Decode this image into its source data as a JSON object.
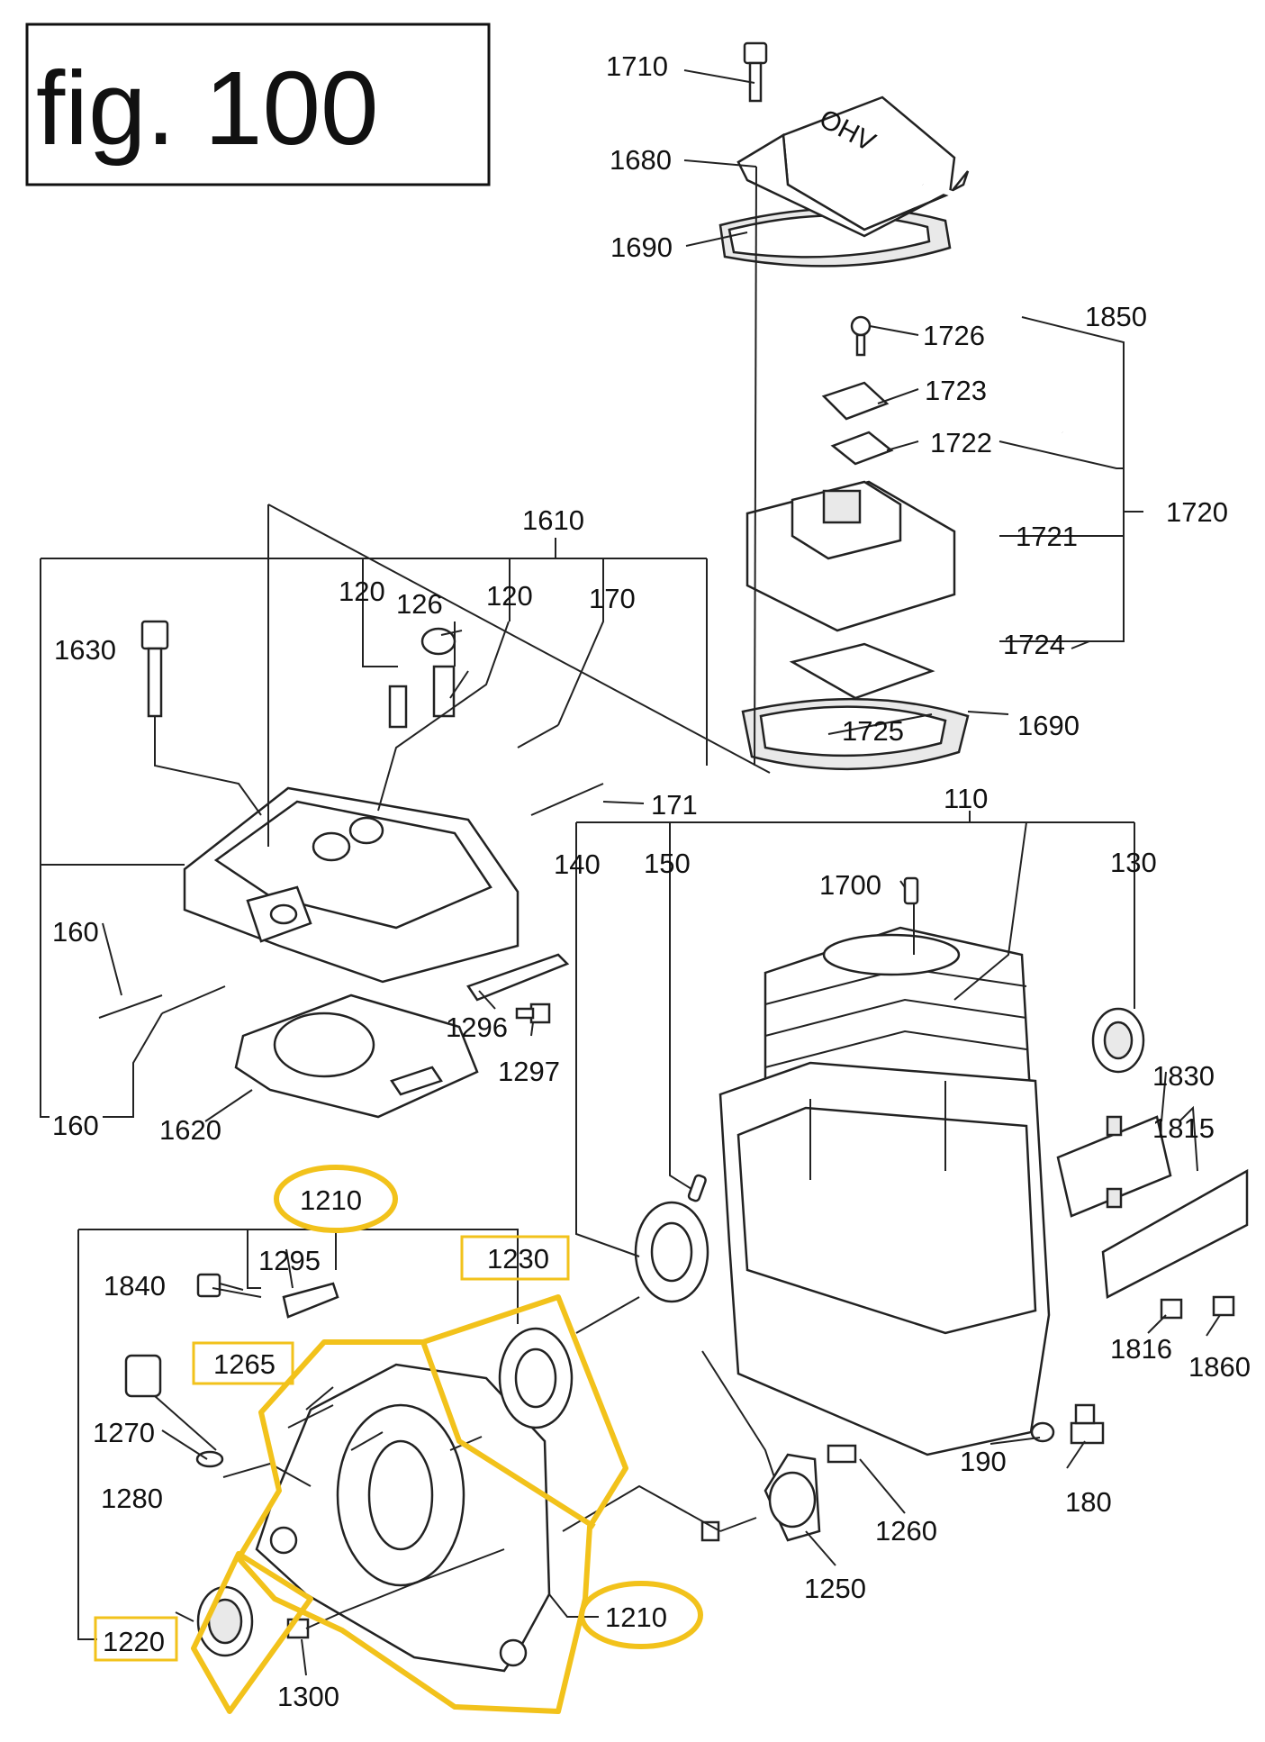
{
  "figure": {
    "title": "fig. 100"
  },
  "labels": {
    "p1710": "1710",
    "p1680": "1680",
    "p1690a": "1690",
    "p1850": "1850",
    "p1726": "1726",
    "p1723": "1723",
    "p1722": "1722",
    "p1720": "1720",
    "p1721": "1721",
    "p1724": "1724",
    "p1725": "1725",
    "p1690b": "1690",
    "p1610": "1610",
    "p120a": "120",
    "p126": "126",
    "p120b": "120",
    "p170": "170",
    "p1630": "1630",
    "p171": "171",
    "p110": "110",
    "p140": "140",
    "p150": "150",
    "p130": "130",
    "p1700": "1700",
    "p160a": "160",
    "p160b": "160",
    "p1296": "1296",
    "p1297": "1297",
    "p1620": "1620",
    "p1830": "1830",
    "p1815": "1815",
    "p1210a": "1210",
    "p1840": "1840",
    "p1295": "1295",
    "p1230": "1230",
    "p1265": "1265",
    "p1270": "1270",
    "p1280": "1280",
    "p1816": "1816",
    "p1860": "1860",
    "p190": "190",
    "p180": "180",
    "p1260": "1260",
    "p1250": "1250",
    "p1220": "1220",
    "p1300": "1300",
    "p1210b": "1210"
  },
  "colors": {
    "highlight": "#f2c21b",
    "line": "#222222",
    "background": "#ffffff"
  },
  "highlighted_parts": [
    "1210",
    "1230",
    "1265",
    "1220"
  ]
}
